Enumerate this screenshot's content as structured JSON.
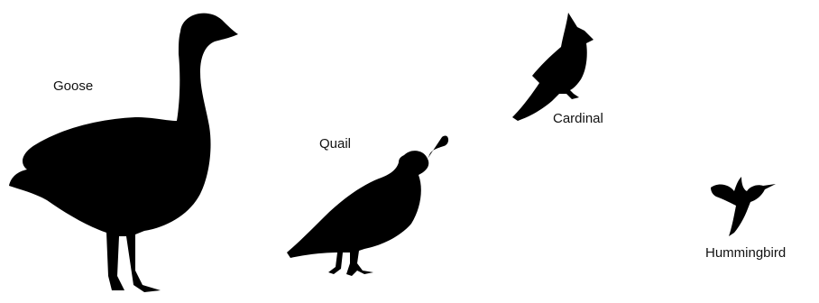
{
  "labels": {
    "goose": "Goose",
    "quail": "Quail",
    "cardinal": "Cardinal",
    "hummingbird": "Hummingbird"
  },
  "colors": {
    "silhouette": "#000000",
    "background": "#ffffff"
  }
}
